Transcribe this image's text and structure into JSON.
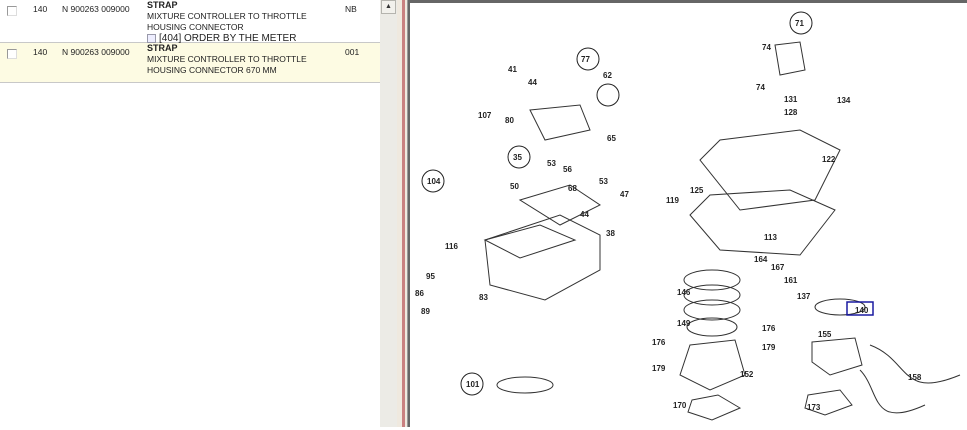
{
  "parts": [
    {
      "pos": "140",
      "part_no": "N 900263 009000",
      "name": "STRAP",
      "desc1": "MIXTURE CONTROLLER TO THROTTLE",
      "desc2": "HOUSING CONNECTOR",
      "note": "[404] ORDER BY THE METER",
      "qty": "NB"
    },
    {
      "pos": "140",
      "part_no": "N 900263 009000",
      "name": "STRAP",
      "desc1": "MIXTURE CONTROLLER TO THROTTLE",
      "desc2": "HOUSING CONNECTOR 670 MM",
      "qty": "001"
    }
  ],
  "scroll_up": "▲",
  "diagram": {
    "labels": [
      "71",
      "74",
      "74",
      "131",
      "128",
      "134",
      "122",
      "41",
      "44",
      "77",
      "62",
      "107",
      "80",
      "35",
      "53",
      "56",
      "65",
      "53",
      "47",
      "50",
      "68",
      "104",
      "125",
      "119",
      "44",
      "38",
      "113",
      "116",
      "164",
      "167",
      "161",
      "95",
      "86",
      "83",
      "89",
      "146",
      "137",
      "140",
      "149",
      "176",
      "155",
      "176",
      "179",
      "179",
      "152",
      "101",
      "158",
      "170",
      "173"
    ],
    "highlighted": "140",
    "highlight_color": "#1a1aa0"
  }
}
